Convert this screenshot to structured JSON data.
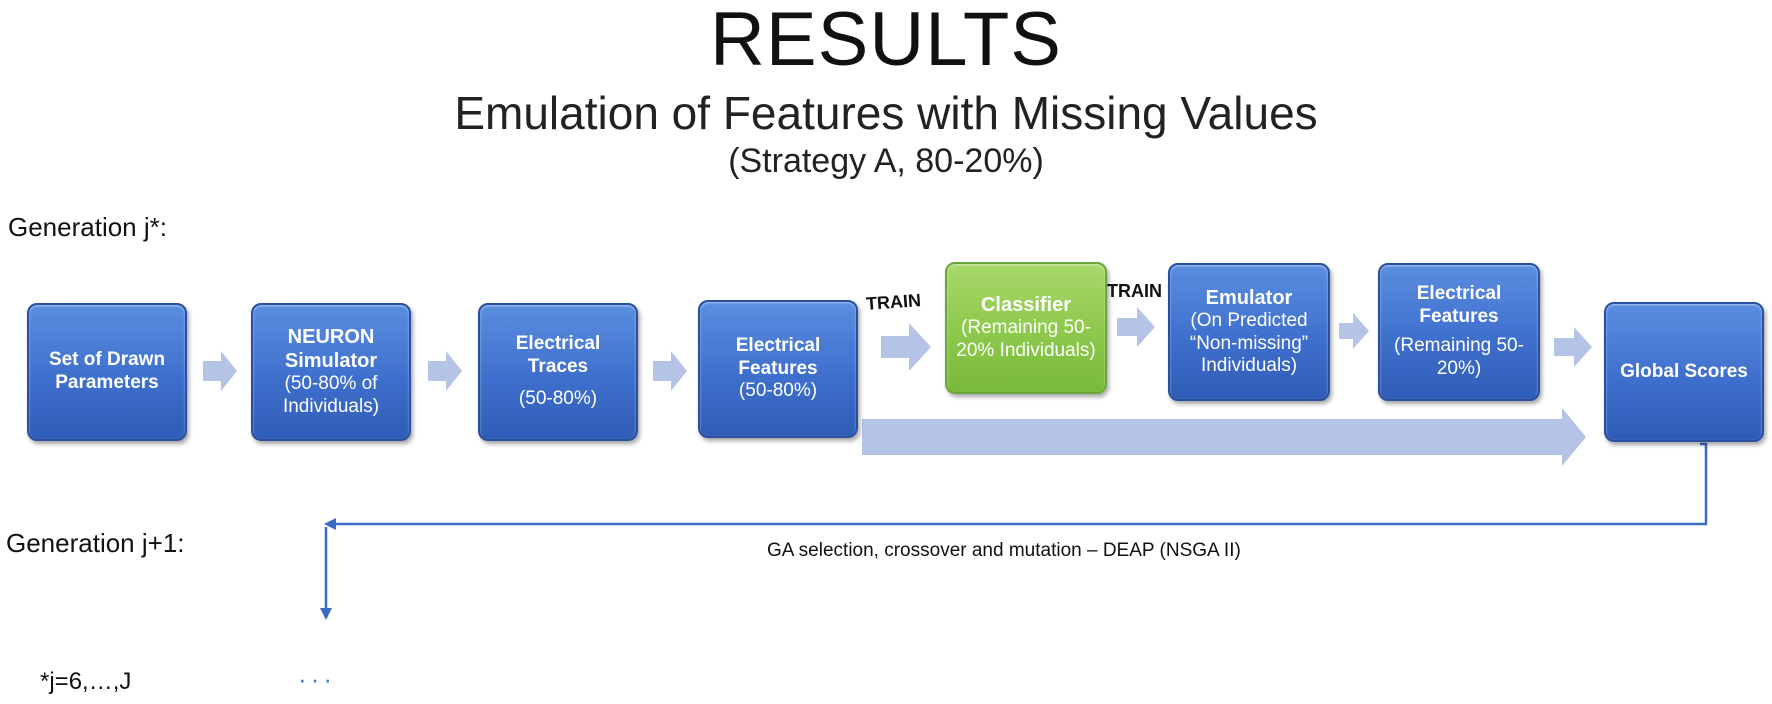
{
  "header": {
    "title": "RESULTS",
    "subtitle": "Emulation of Features with Missing Values",
    "strategy": "(Strategy A, 80-20%)"
  },
  "labels": {
    "generation_j": "Generation j*:",
    "generation_j1": "Generation j+1:",
    "footnote": "*j=6,…,J",
    "ellipsis": "···",
    "ga_loop": "GA selection, crossover and mutation – DEAP (NSGA II)",
    "train1": "TRAIN",
    "train2": "TRAIN"
  },
  "boxes": {
    "drawn": {
      "title": "Set of Drawn Parameters"
    },
    "neuron": {
      "title": "NEURON Simulator",
      "sub": "(50-80% of Individuals)"
    },
    "traces": {
      "title": "Electrical Traces",
      "sub": "(50-80%)"
    },
    "features": {
      "title": "Electrical Features",
      "sub": "(50-80%)"
    },
    "classifier": {
      "title": "Classifier",
      "sub": "(Remaining 50-20% Individuals)"
    },
    "emulator": {
      "title": "Emulator",
      "sub": "(On Predicted “Non-missing” Individuals)"
    },
    "efeatures2": {
      "title": "Electrical Features",
      "sub": "(Remaining 50-20%)"
    },
    "global": {
      "title": "Global Scores"
    }
  },
  "colors": {
    "box_blue": "#3f6fcd",
    "box_green": "#8cc84b",
    "arrow_fill": "#b4c3e6",
    "loop_line": "#3a6cc4"
  }
}
